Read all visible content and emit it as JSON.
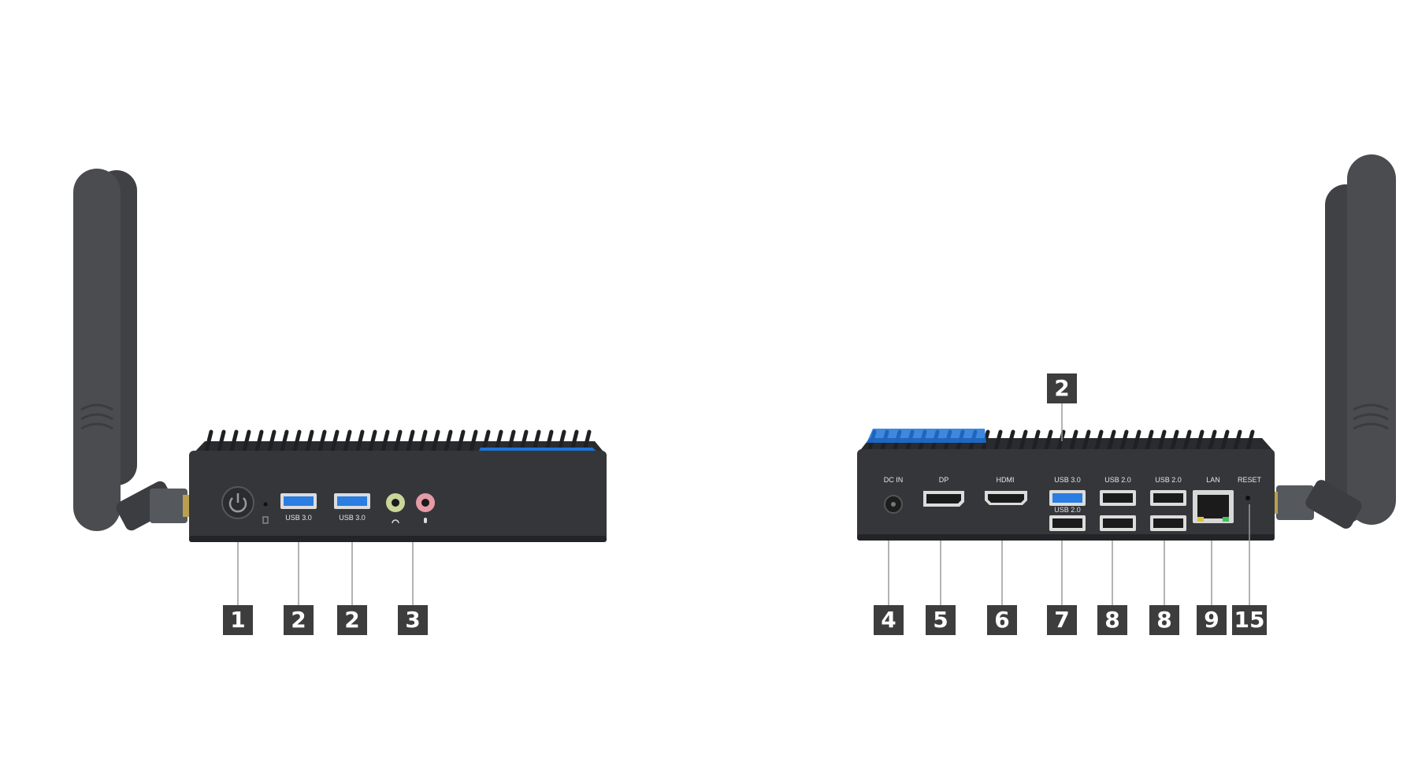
{
  "colors": {
    "chassis": "#2f3033",
    "chassis_front": "#35363a",
    "fins": "#1f2023",
    "antenna": "#4a4c50",
    "accent_blue": "#1e73d8",
    "usb3_blue": "#2a7de1",
    "audio_green": "#c8d69a",
    "audio_pink": "#e59aa6",
    "callout_bg": "#3d3d3d",
    "leader": "#9a9a9a"
  },
  "front": {
    "port_labels": [
      "USB 3.0",
      "USB 3.0"
    ],
    "callouts": [
      "1",
      "2",
      "2",
      "3"
    ],
    "icons": [
      "power-icon",
      "hdd-led-icon",
      "headphone-icon",
      "microphone-icon"
    ]
  },
  "rear": {
    "port_labels": [
      "DC IN",
      "DP",
      "HDMI",
      "USB 3.0",
      "USB 2.0",
      "USB 2.0",
      "USB 2.0",
      "LAN",
      "RESET"
    ],
    "callouts": [
      "4",
      "5",
      "6",
      "7",
      "8",
      "8",
      "9",
      "15"
    ],
    "top_callout": "2"
  }
}
